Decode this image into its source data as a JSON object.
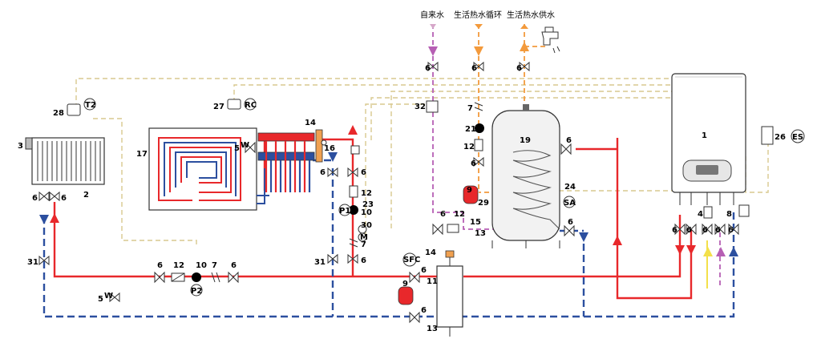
{
  "top_labels": {
    "cold_water": "自来水",
    "dhw_recirc": "生活热水循环",
    "dhw_supply": "生活热水供水"
  },
  "components": {
    "boiler": "1",
    "radiator": "2",
    "radiator_valve": "3",
    "expansion_boiler": "4",
    "bypass": "5",
    "manifold_bypass": "5",
    "isolation_valve": "6",
    "check_valve": "7",
    "boiler_item_8": "8",
    "expansion_vessel": "9",
    "pump_unit": "10",
    "hydraulic_separator": "11",
    "filter": "12",
    "drain": "13",
    "air_vent": "14",
    "safety_group": "15",
    "flow_meter": "16",
    "floor_heating": "17",
    "dhw_tank": "19",
    "dhw_pump": "21",
    "thermometer": "23",
    "tank_sensor": "24",
    "outdoor_probe": "26",
    "room_control": "27",
    "room_thermostat": "28",
    "dhw_expansion": "29",
    "mixing_valve": "30",
    "balancing_valve": "31",
    "cold_mixer": "32"
  },
  "badges": {
    "es": "ES",
    "rc": "RC",
    "t2": "T2",
    "p1": "P1",
    "p2": "P2",
    "sa": "SA",
    "sfc": "SFC",
    "m": "M",
    "w": "W"
  },
  "colors": {
    "flow": "#e8282b",
    "return": "#2c4f9f",
    "dhw": "#f39a3c",
    "cold": "#b65fb4",
    "signal": "#d8c98f",
    "gas": "#f3e04a"
  }
}
